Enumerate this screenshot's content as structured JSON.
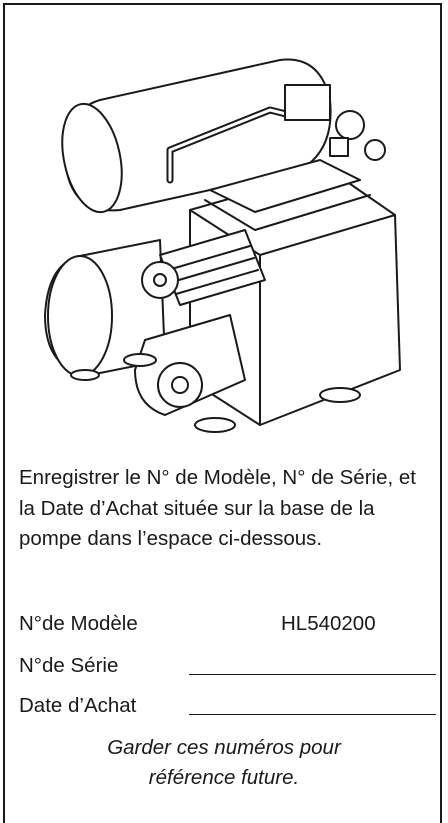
{
  "intro_text": "Enregistrer le N° de Modèle, N° de Série, et la Date d’Achat située sur la base de la pompe dans l’espace ci-dessous.",
  "fields": {
    "model_label": "N°de Modèle",
    "model_value": "HL540200",
    "serial_label": "N°de Série",
    "date_label": "Date d’Achat"
  },
  "note_line1": "Garder ces numéros pour",
  "note_line2": "référence future.",
  "illustration": "air-compressor-twin-tank"
}
